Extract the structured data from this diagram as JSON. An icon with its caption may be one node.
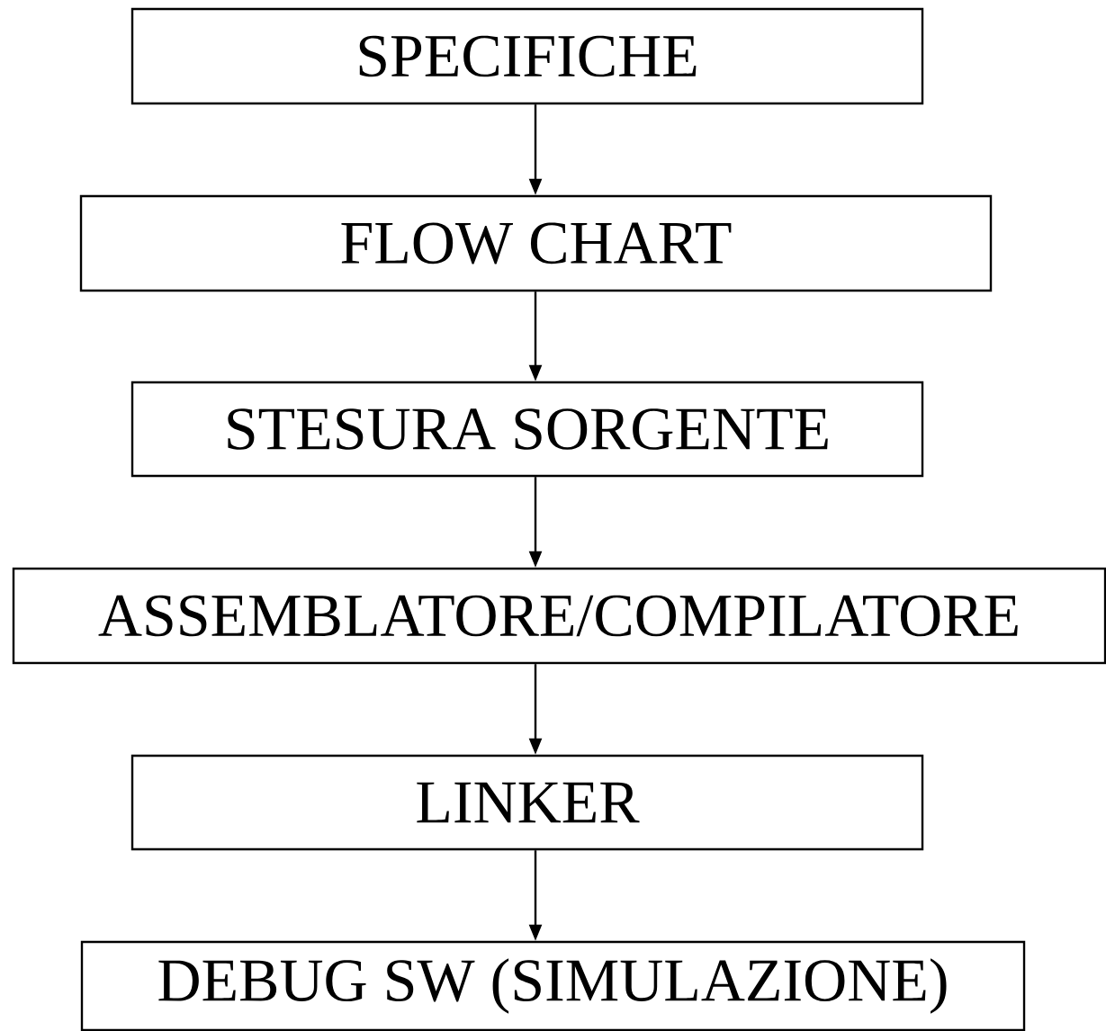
{
  "diagram": {
    "nodes": [
      {
        "text": [
          "SPECIFICHE"
        ]
      },
      {
        "text": [
          "FLOW CHART"
        ]
      },
      {
        "text": [
          "STESURA SORGENTE"
        ]
      },
      {
        "text": [
          "ASSEMBLATORE/COMPILATORE"
        ]
      },
      {
        "text": [
          "LINKER"
        ]
      },
      {
        "text": [
          "DEBUG SW (SIMULAZIONE)"
        ]
      }
    ],
    "edges": [
      {
        "from": 0,
        "to": 1,
        "arrow": "to"
      },
      {
        "from": 1,
        "to": 2,
        "arrow": "to"
      },
      {
        "from": 2,
        "to": 3,
        "arrow": "to"
      },
      {
        "from": 3,
        "to": 4,
        "arrow": "to"
      },
      {
        "from": 4,
        "to": 5,
        "arrow": "to"
      }
    ]
  }
}
